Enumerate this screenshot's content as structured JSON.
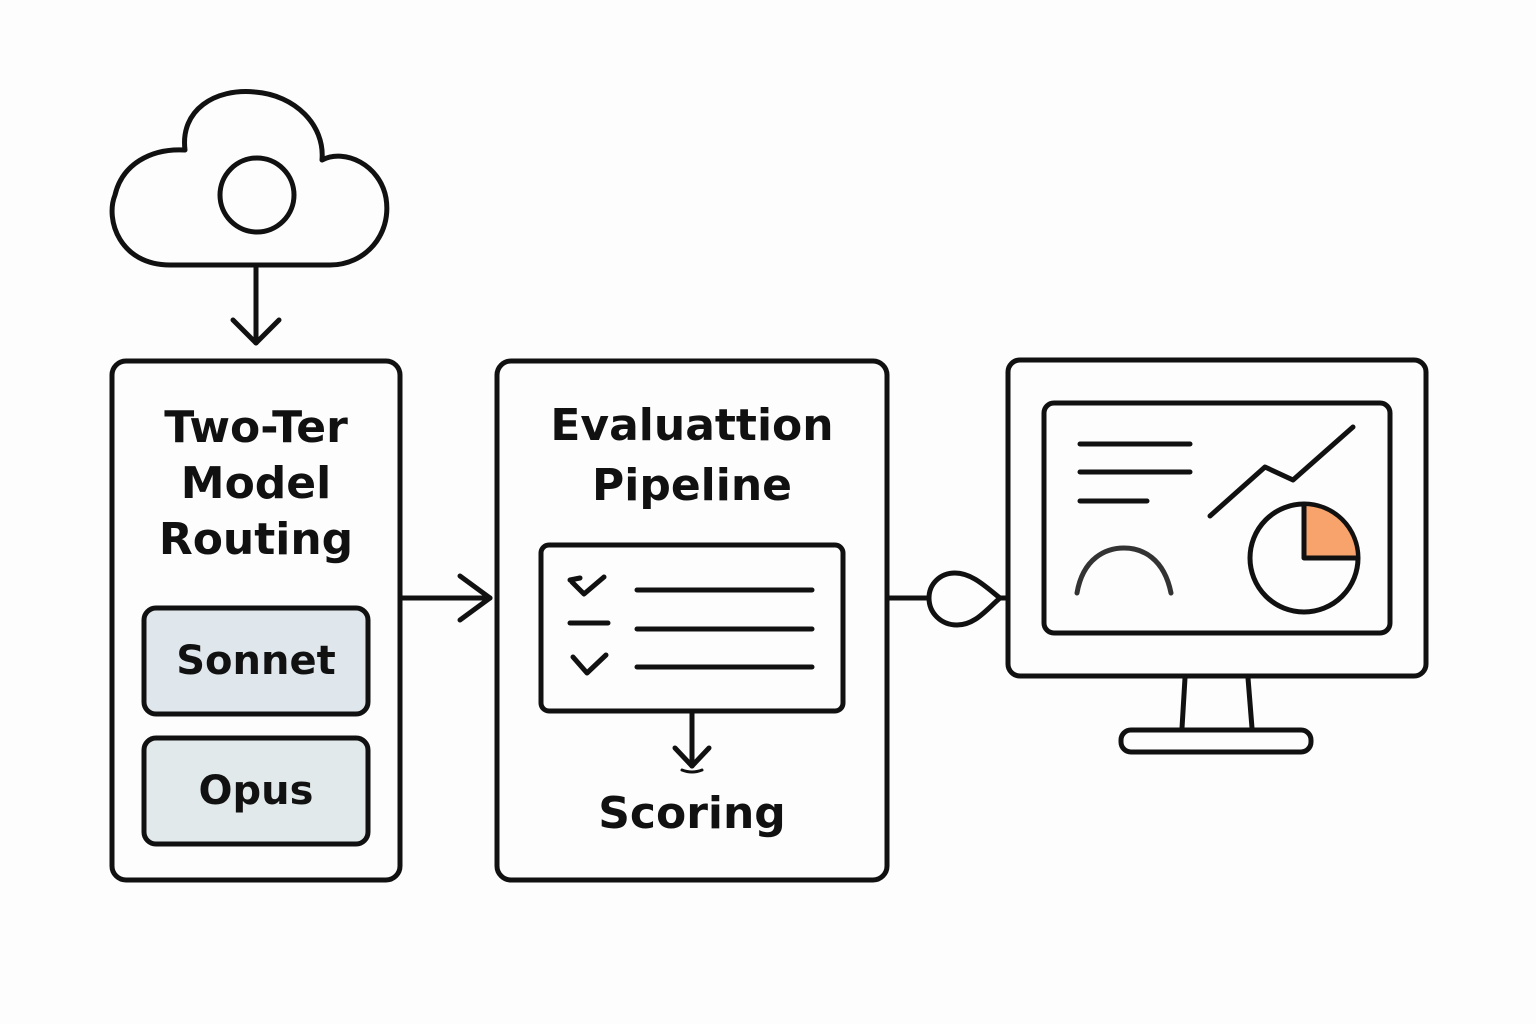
{
  "routing": {
    "title_lines": [
      "Two-Ter",
      "Model",
      "Routing"
    ],
    "models": [
      "Sonnet",
      "Opus"
    ]
  },
  "evaluation": {
    "title_lines": [
      "Evaluattion",
      "Pipeline"
    ],
    "output_label": "Scoring"
  },
  "colors": {
    "stroke": "#111111",
    "model_box_fill": "#dfe7ec",
    "pie_slice_accent": "#f7a36b"
  }
}
